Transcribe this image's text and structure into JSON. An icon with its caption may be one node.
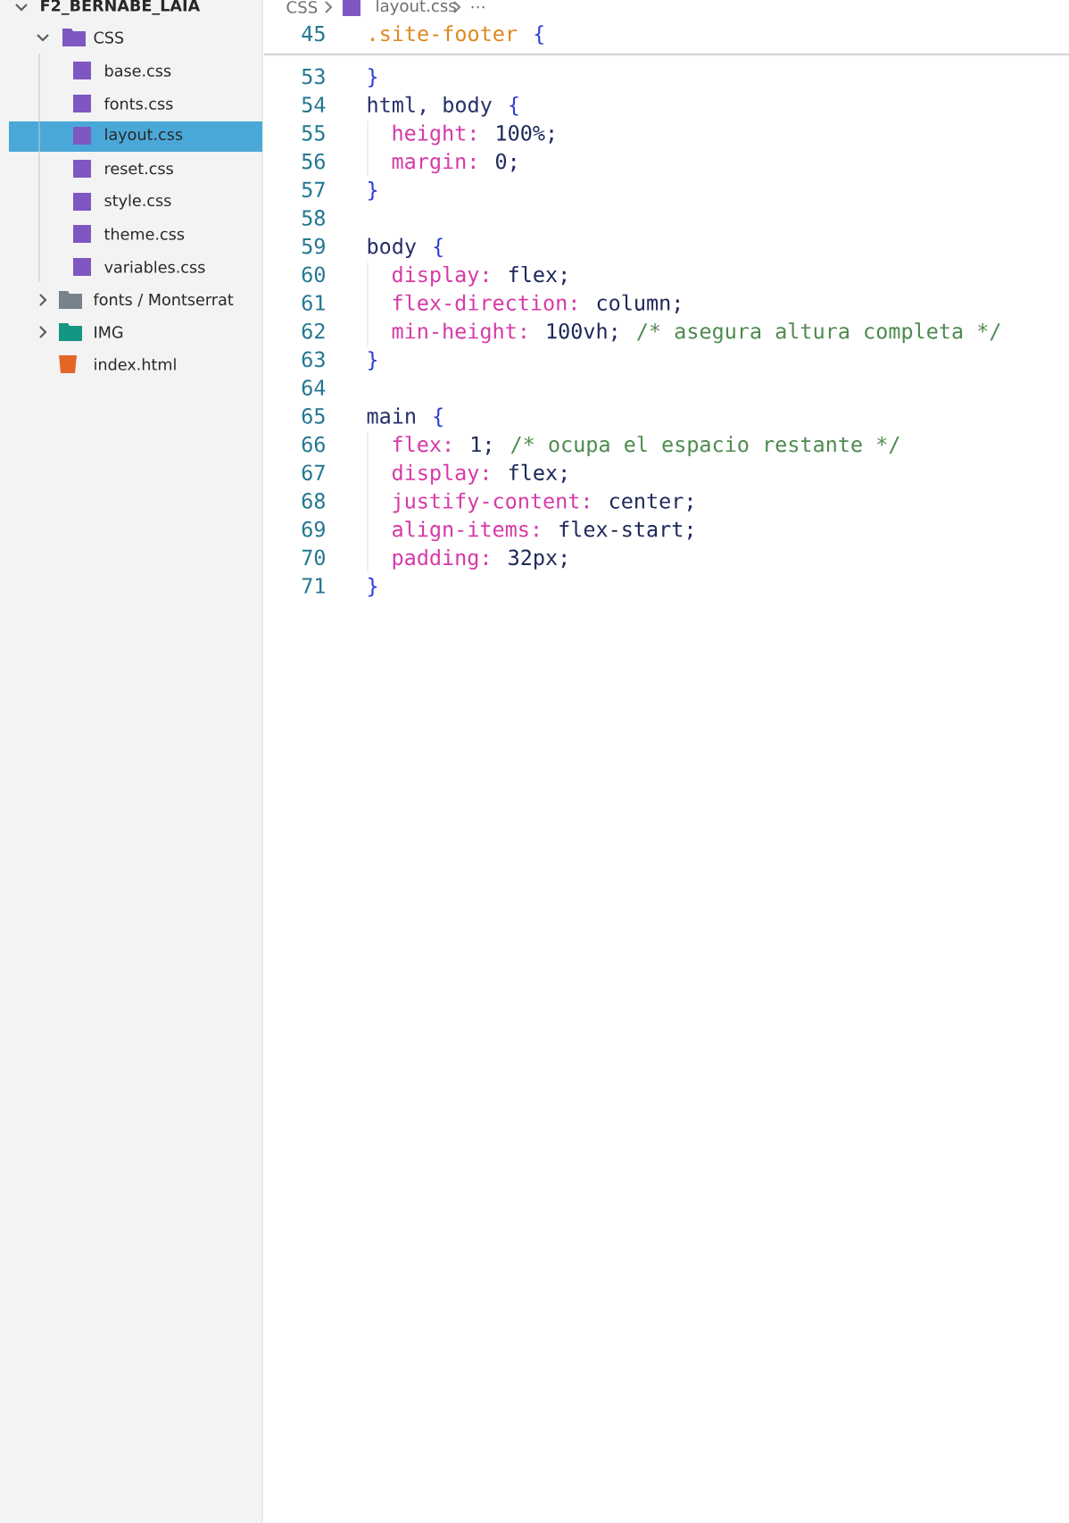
{
  "diagram": {
    "labels": [
      "F2_BERNABE_LAIA",
      "CSS",
      "base.css",
      "fonts.css",
      "layout.css",
      "reset.css",
      "style.css",
      "theme.css",
      "variables.css",
      "fonts / Montserrat",
      "IMG",
      "index.html",
      "CSS",
      "layout.css",
      "…",
      "45",
      ".site-footer",
      "{",
      "53",
      "}",
      "54",
      "html, body",
      "{",
      "55",
      "height:",
      "100%;",
      "56",
      "margin:",
      "0;",
      "57",
      "}",
      "58",
      "59",
      "body",
      "{",
      "60",
      "display:",
      "flex;",
      "61",
      "flex-direction:",
      "column;",
      "62",
      "min-height:",
      "100vh;",
      "/* asegura altura completa */",
      "63",
      "}",
      "64",
      "65",
      "main",
      "{",
      "66",
      "flex:",
      "1;",
      "/* ocupa el espacio restante */",
      "67",
      "display:",
      "flex;",
      "68",
      "justify-content:",
      "center;",
      "69",
      "align-items:",
      "flex-start;",
      "70",
      "padding:",
      "32px;",
      "71",
      "}"
    ]
  }
}
